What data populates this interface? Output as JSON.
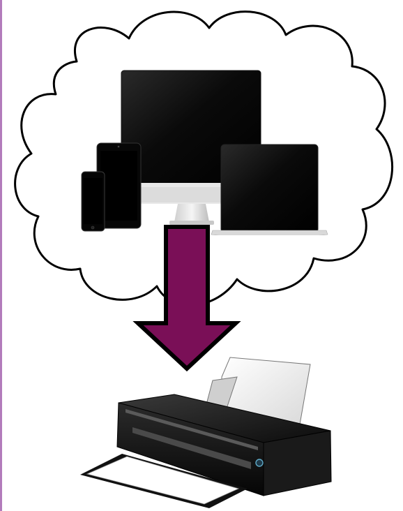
{
  "diagram": {
    "nodes": [
      {
        "id": "cloud",
        "icon": "cloud-icon"
      },
      {
        "id": "devices",
        "icon": "devices-icon",
        "items": [
          "desktop-monitor",
          "tablet",
          "smartphone",
          "laptop"
        ]
      },
      {
        "id": "printer",
        "icon": "printer-icon"
      }
    ],
    "edges": [
      {
        "from": "cloud",
        "to": "printer",
        "icon": "down-arrow-icon"
      }
    ]
  },
  "colors": {
    "accent_border": "#b27bbb",
    "arrow_fill": "#7a0f57",
    "arrow_stroke": "#000000",
    "cloud_stroke": "#000000",
    "device_body": "#050505",
    "printer_body": "#151515"
  }
}
